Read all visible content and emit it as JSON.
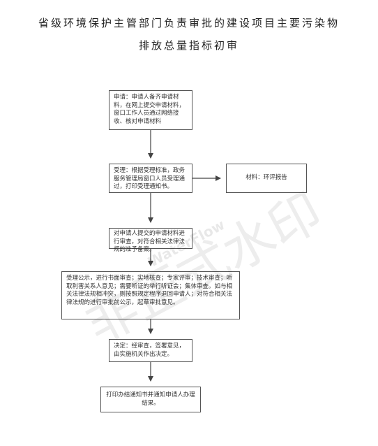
{
  "title": {
    "line1": "省级环境保护主管部门负责审批的建设项目主要污染物",
    "line2": "排放总量指标初审"
  },
  "steps": {
    "apply": "申请：申请人备齐申请材料，在网上提交申请材料，窗口工作人员通过网络接收、核对申请材料",
    "accept": "受理：根据受理标准，政务服务管理局窗口人员受理通过，打印受理通知书。",
    "materials": "材料：环评报告",
    "review": "对申请人提交的申请材料进行审查，对符合相关法律法规的准予备案。",
    "publicity": "受理公示，进行书面审查；实地核查；专家评审；技术审查；听取利害关系人意见；需要听证的举行听证会；集体审查。如与相关法律法规相冲突，则按照规定程序退回申请人；对符合相关法律法规的进行审批前公示，起草审批意见。",
    "decision": "决定：经审查，签署意见，由实施机关作出决定。",
    "notify": "打印办结通知书并通知申请人办理结果。"
  },
  "watermark": {
    "text": "非正式水印",
    "brand": "WaterFlow"
  }
}
